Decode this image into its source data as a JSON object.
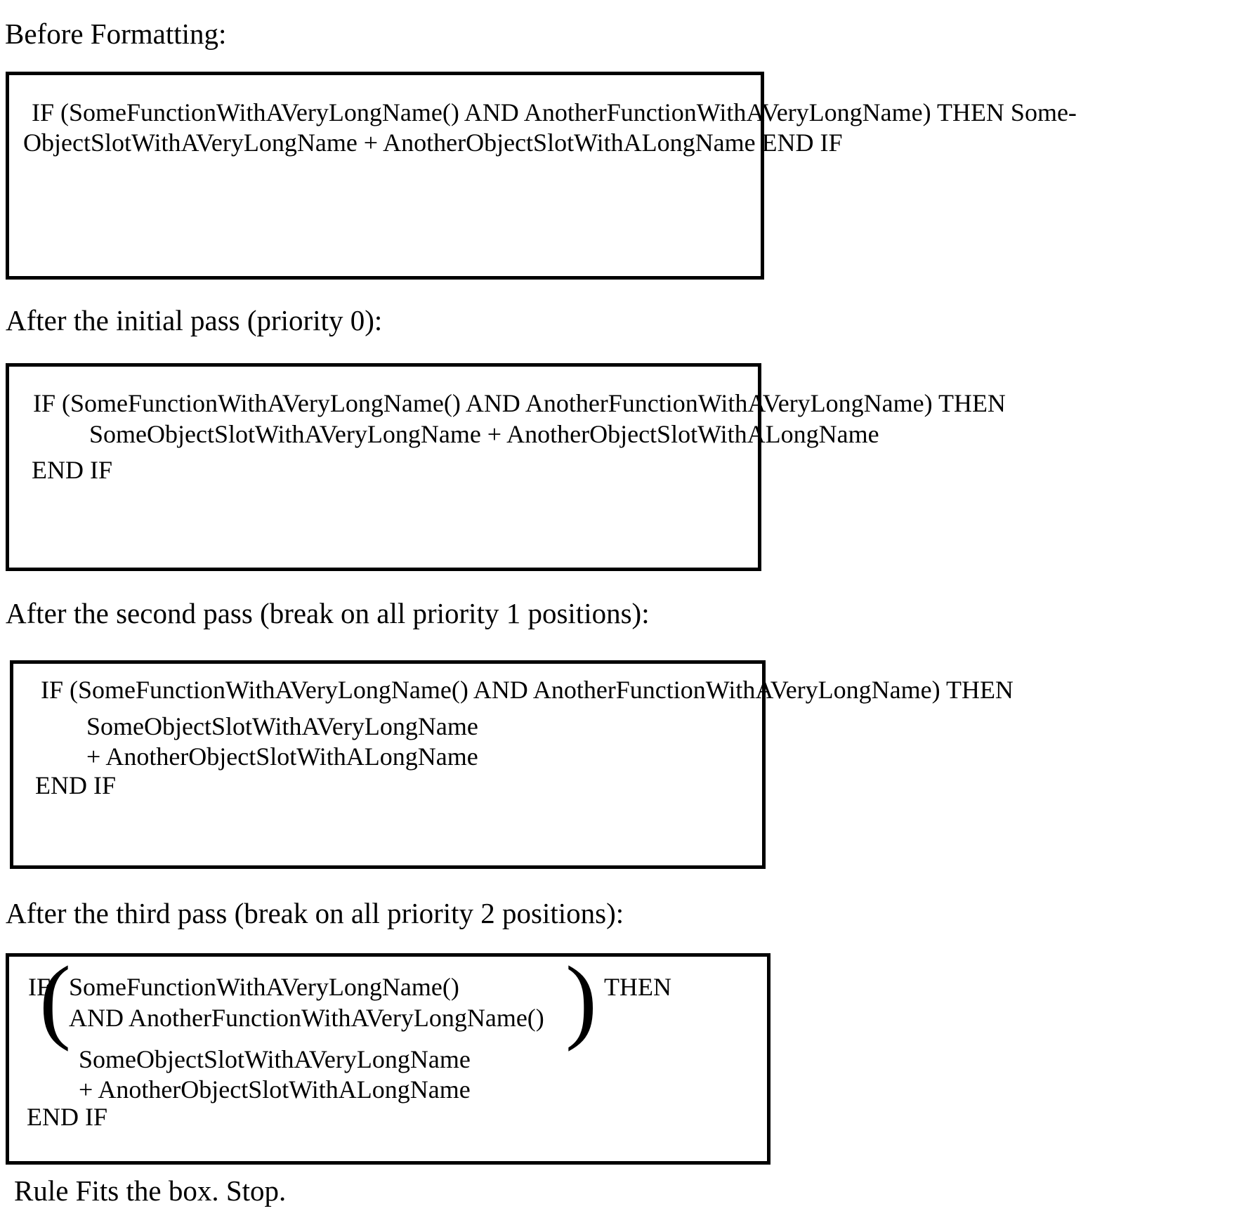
{
  "captions": {
    "before": "Before Formatting:",
    "initial_pass": "After the initial pass (priority 0):",
    "second_pass": "After the second pass (break on all priority 1 positions):",
    "third_pass": "After the third pass (break on all priority 2 positions):",
    "result": "Rule Fits the box. Stop."
  },
  "before_box": {
    "line1": "IF (SomeFunctionWithAVeryLongName() AND AnotherFunctionWithAVeryLongName) THEN Some-",
    "line2": "ObjectSlotWithAVeryLongName + AnotherObjectSlotWithALongName END IF"
  },
  "initial_pass_box": {
    "line1": "IF (SomeFunctionWithAVeryLongName() AND AnotherFunctionWithAVeryLongName) THEN",
    "line2": "SomeObjectSlotWithAVeryLongName + AnotherObjectSlotWithALongName",
    "line3": "END IF"
  },
  "second_pass_box": {
    "line1": "IF (SomeFunctionWithAVeryLongName() AND AnotherFunctionWithAVeryLongName) THEN",
    "line2": "SomeObjectSlotWithAVeryLongName",
    "line3": "+ AnotherObjectSlotWithALongName",
    "line4": "END IF"
  },
  "third_pass_box": {
    "keyword_if": "IF",
    "open_paren": "(",
    "condition_line1": "SomeFunctionWithAVeryLongName()",
    "condition_line2": "AND AnotherFunctionWithAVeryLongName()",
    "close_paren": ")",
    "keyword_then": "THEN",
    "action_line1": "SomeObjectSlotWithAVeryLongName",
    "action_line2": "+ AnotherObjectSlotWithALongName",
    "keyword_endif": "END IF"
  },
  "colors": {
    "ink": "#000000",
    "background": "#ffffff"
  }
}
